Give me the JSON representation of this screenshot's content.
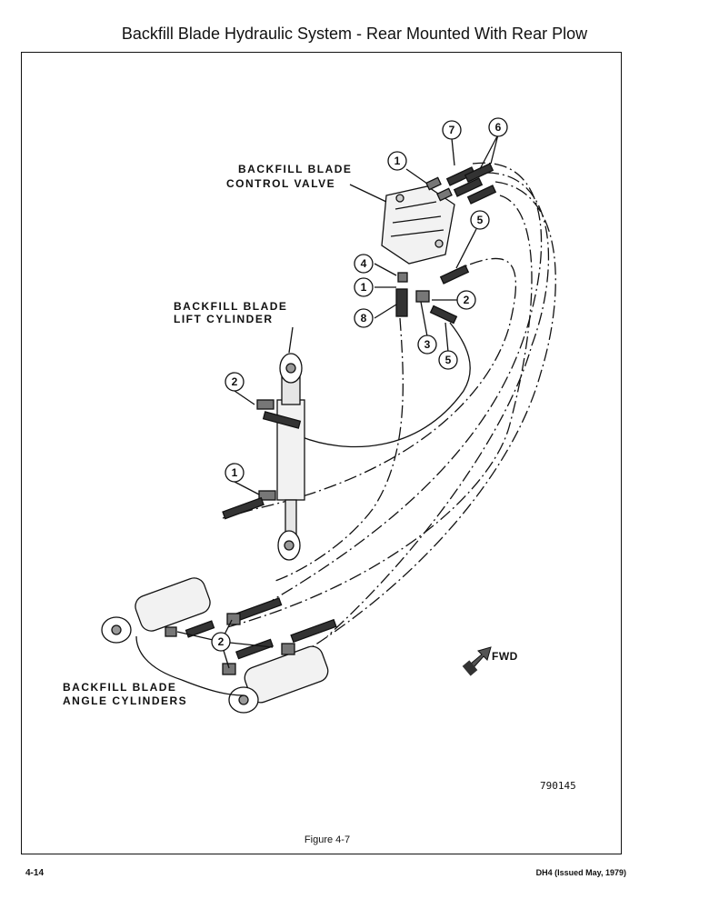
{
  "page": {
    "title": "Backfill Blade Hydraulic System - Rear Mounted With Rear Plow",
    "figure_caption": "Figure 4-7",
    "drawing_id": "790145",
    "page_number": "4-14",
    "doc_ref": "DH4 (Issued May, 1979)"
  },
  "labels": {
    "control_valve_1": "BACKFILL BLADE",
    "control_valve_2": "CONTROL VALVE",
    "lift_cyl_1": "BACKFILL BLADE",
    "lift_cyl_2": "LIFT CYLINDER",
    "angle_cyl_1": "BACKFILL BLADE",
    "angle_cyl_2": "ANGLE CYLINDERS",
    "fwd": "FWD"
  },
  "callouts": [
    "1",
    "7",
    "6",
    "5",
    "4",
    "1",
    "2",
    "8",
    "3",
    "5",
    "2",
    "1",
    "2"
  ]
}
